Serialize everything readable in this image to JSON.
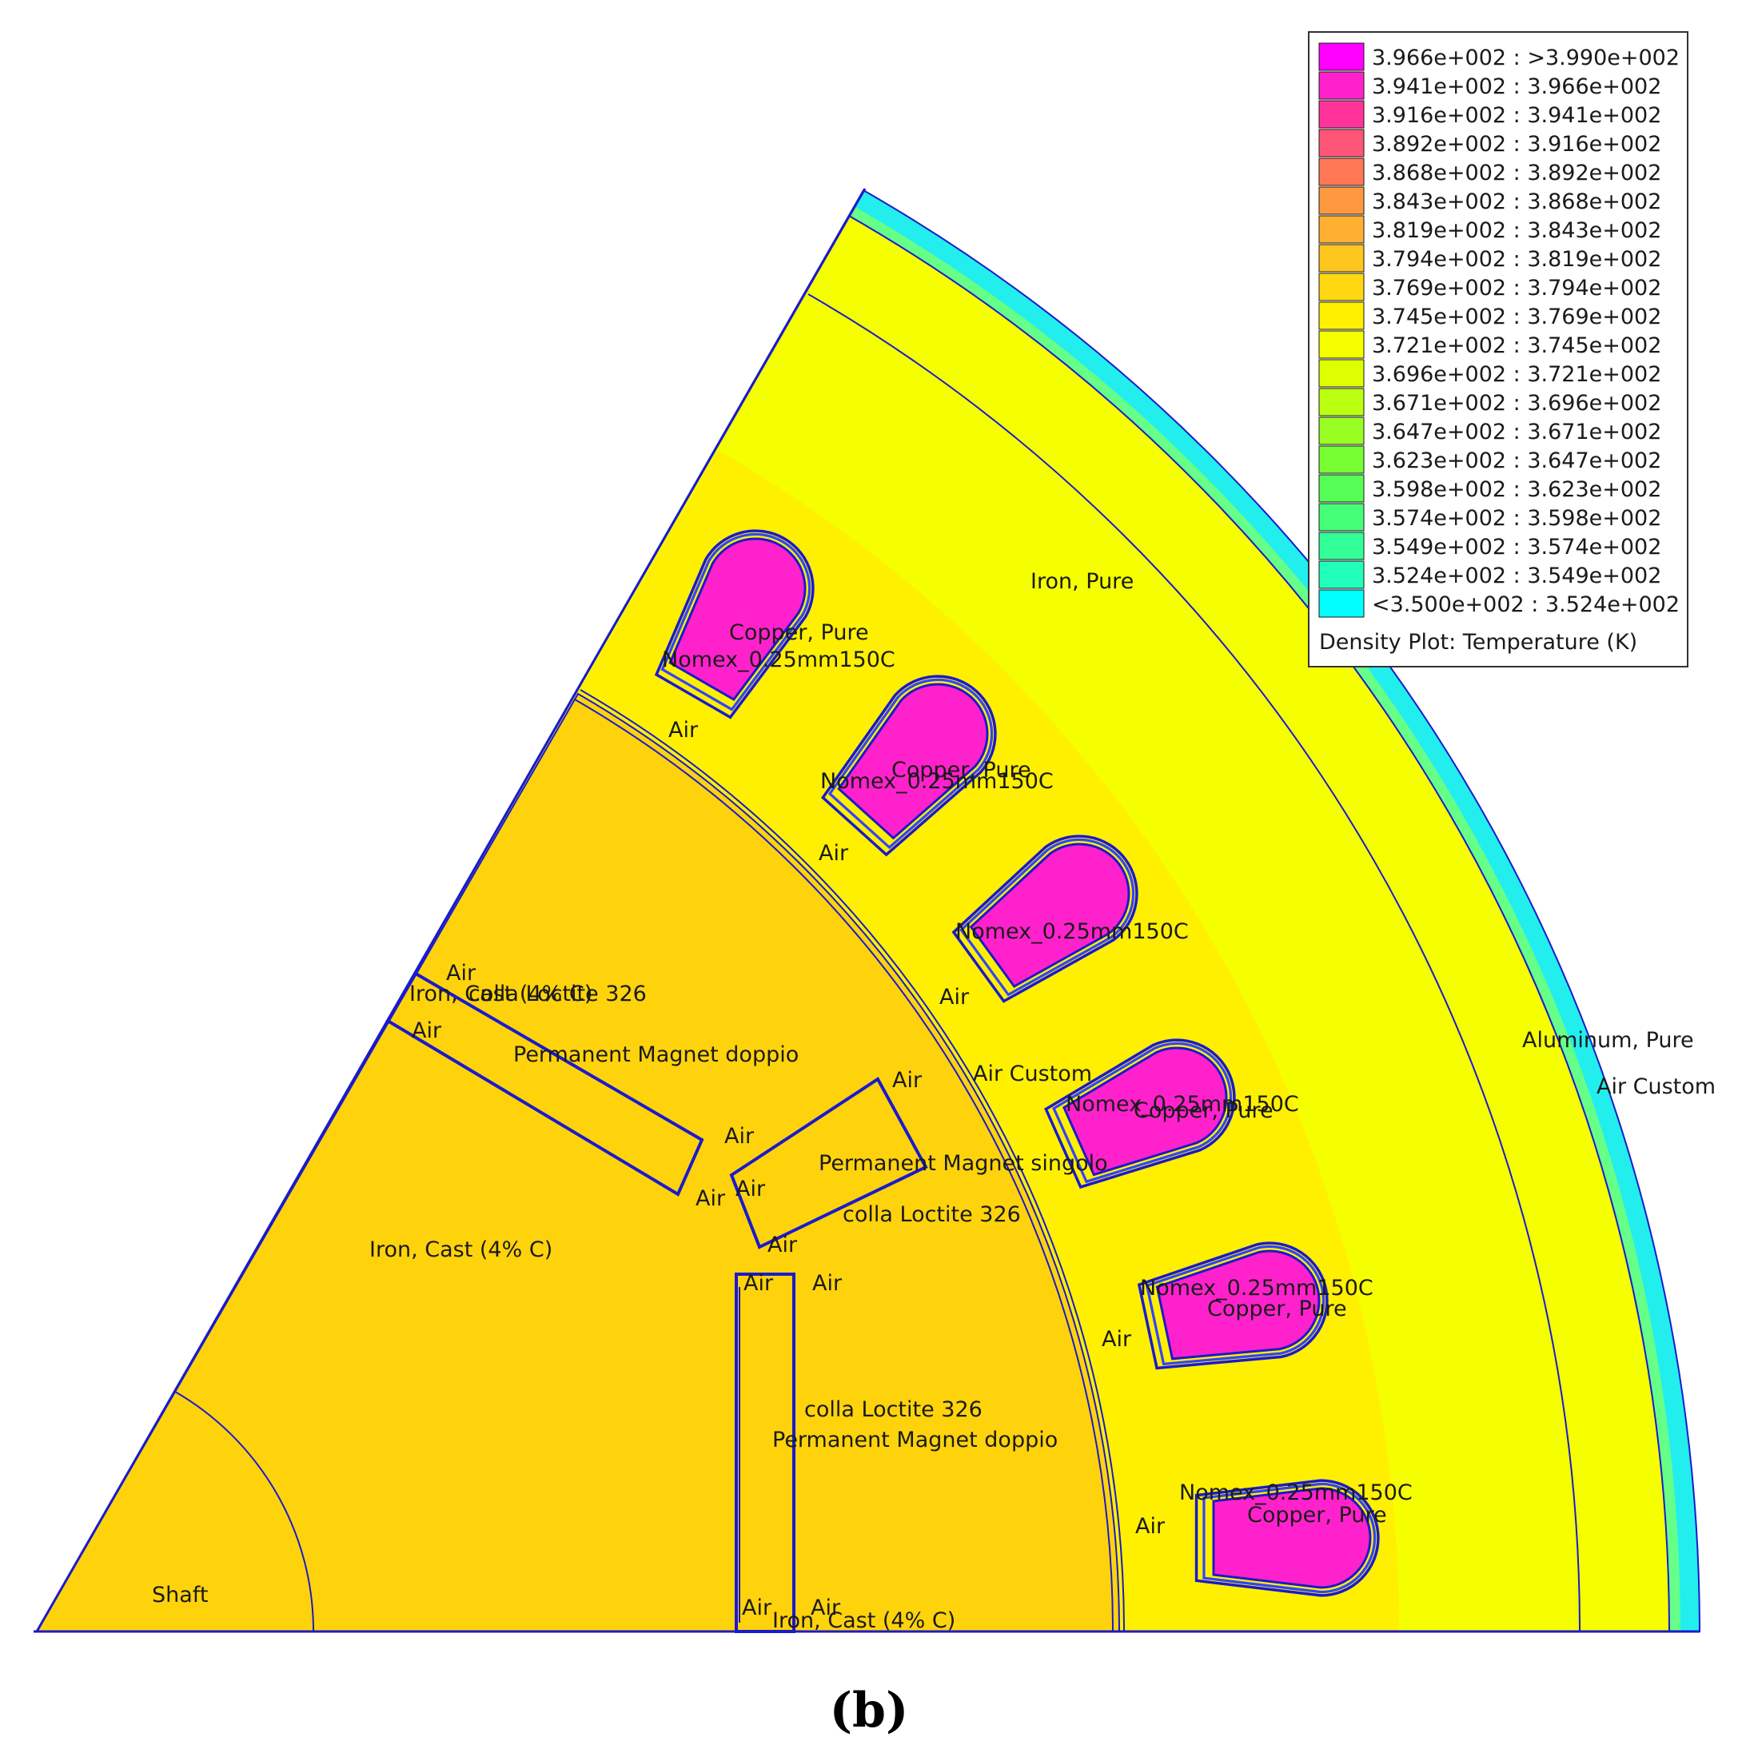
{
  "legend": {
    "caption": "Density Plot: Temperature (K)",
    "rows": [
      {
        "label": "3.966e+002 : >3.990e+002",
        "color": "#ff00ff"
      },
      {
        "label": "3.941e+002 : 3.966e+002",
        "color": "#ff22cc"
      },
      {
        "label": "3.916e+002 : 3.941e+002",
        "color": "#ff3399"
      },
      {
        "label": "3.892e+002 : 3.916e+002",
        "color": "#ff5577"
      },
      {
        "label": "3.868e+002 : 3.892e+002",
        "color": "#ff7755"
      },
      {
        "label": "3.843e+002 : 3.868e+002",
        "color": "#ff9940"
      },
      {
        "label": "3.819e+002 : 3.843e+002",
        "color": "#ffb030"
      },
      {
        "label": "3.794e+002 : 3.819e+002",
        "color": "#ffc61e"
      },
      {
        "label": "3.769e+002 : 3.794e+002",
        "color": "#ffd811"
      },
      {
        "label": "3.745e+002 : 3.769e+002",
        "color": "#fff000"
      },
      {
        "label": "3.721e+002 : 3.745e+002",
        "color": "#f5ff00"
      },
      {
        "label": "3.696e+002 : 3.721e+002",
        "color": "#ddff00"
      },
      {
        "label": "3.671e+002 : 3.696e+002",
        "color": "#bbff11"
      },
      {
        "label": "3.647e+002 : 3.671e+002",
        "color": "#99ff22"
      },
      {
        "label": "3.623e+002 : 3.647e+002",
        "color": "#77ff33"
      },
      {
        "label": "3.598e+002 : 3.623e+002",
        "color": "#55ff55"
      },
      {
        "label": "3.574e+002 : 3.598e+002",
        "color": "#44ff77"
      },
      {
        "label": "3.549e+002 : 3.574e+002",
        "color": "#33ff99"
      },
      {
        "label": "3.524e+002 : 3.549e+002",
        "color": "#22ffbb"
      },
      {
        "label": "<3.500e+002 : 3.524e+002",
        "color": "#00ffff"
      }
    ]
  },
  "colors": {
    "rotor": "#ffd30c",
    "stator": "#f5ff00",
    "stator_inner": "#fff000",
    "housing": "#22eeee",
    "winding": "#ff22cc",
    "outline": "#1a1acc"
  },
  "labels": {
    "iron_pure": "Iron, Pure",
    "copper_pure": "Copper, Pure",
    "nomex_a": "Nomex_0.25mm150C",
    "nomex_b": "Nomex_0.25mm150C",
    "air": "Air",
    "air_custom": "Air Custom",
    "aluminum": "Aluminum, Pure",
    "air_custom_outer": "Air Custom",
    "iron_cast": "Iron, Cast (4% C)",
    "colla": "colla Loctite 326",
    "pm_doppio": "Permanent Magnet doppio",
    "pm_singolo": "Permanent Magnet singolo",
    "shaft": "Shaft",
    "iron_cast_top": "Iron, Cast (4% C)",
    "colla_top": "colla Loctite 326"
  },
  "caption": "(b)"
}
